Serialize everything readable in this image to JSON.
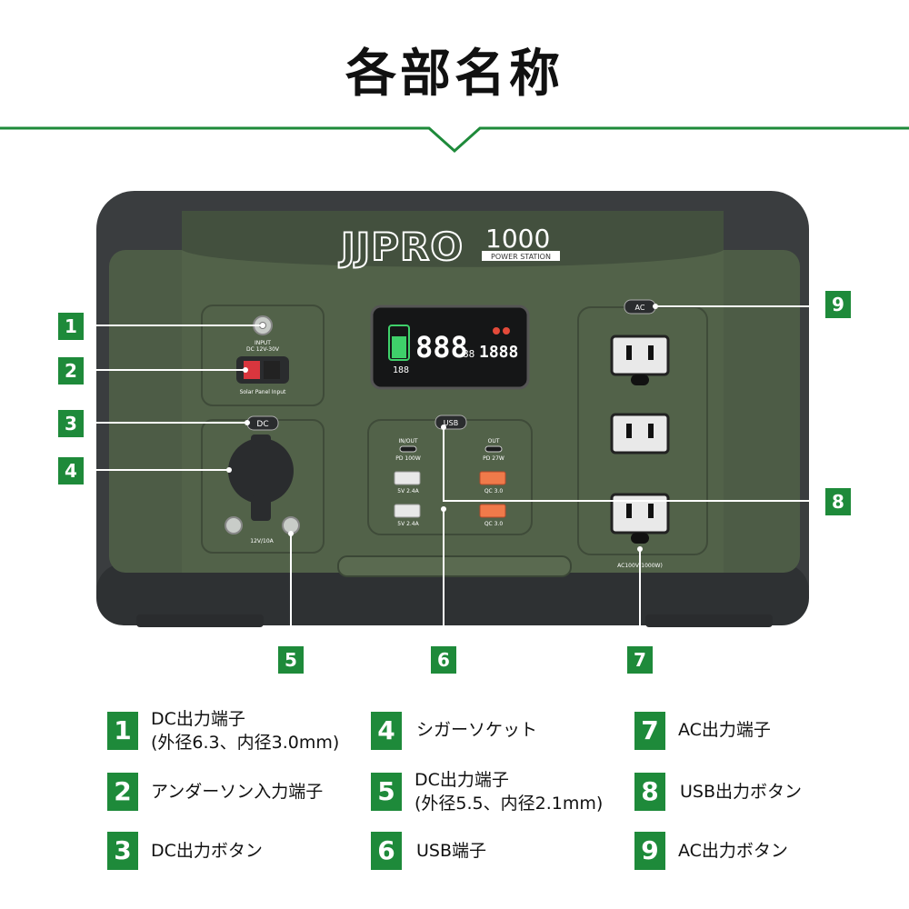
{
  "title": "各部名称",
  "colors": {
    "accent_green": "#1e8a3a",
    "device_body": "#4a5a44",
    "device_shell": "#3a3d3f"
  },
  "device": {
    "brand": "JJPRO",
    "model": "1000",
    "subtitle": "POWER STATION",
    "input_label_1": "INPUT",
    "input_label_2": "DC 12V-30V",
    "solar_label": "Solar Panel Input",
    "dc_button": "DC",
    "dc_rating": "12V/10A",
    "usb_button": "USB",
    "usb_c_in_label_1": "IN/OUT",
    "usb_c_in_label_2": "PD 100W",
    "usb_c_out_label_1": "OUT",
    "usb_c_out_label_2": "PD 27W",
    "usb_a_1": "5V 2.4A",
    "usb_a_2": "5V 2.4A",
    "qc_1": "QC 3.0",
    "qc_2": "QC 3.0",
    "ac_button": "AC",
    "ac_rating": "AC100V(1000W)",
    "display": {
      "percent": "188",
      "main": "888",
      "small": "88",
      "watts": "1888"
    }
  },
  "markers": [
    "1",
    "2",
    "3",
    "4",
    "5",
    "6",
    "7",
    "8",
    "9"
  ],
  "legend": [
    {
      "num": "1",
      "line1": "DC出力端子",
      "line2": "(外径6.3、内径3.0mm)"
    },
    {
      "num": "2",
      "line1": "アンダーソン入力端子",
      "line2": ""
    },
    {
      "num": "3",
      "line1": "DC出力ボタン",
      "line2": ""
    },
    {
      "num": "4",
      "line1": "シガーソケット",
      "line2": ""
    },
    {
      "num": "5",
      "line1": "DC出力端子",
      "line2": "(外径5.5、内径2.1mm)"
    },
    {
      "num": "6",
      "line1": "USB端子",
      "line2": ""
    },
    {
      "num": "7",
      "line1": "AC出力端子",
      "line2": ""
    },
    {
      "num": "8",
      "line1": "USB出力ボタン",
      "line2": ""
    },
    {
      "num": "9",
      "line1": "AC出力ボタン",
      "line2": ""
    }
  ]
}
